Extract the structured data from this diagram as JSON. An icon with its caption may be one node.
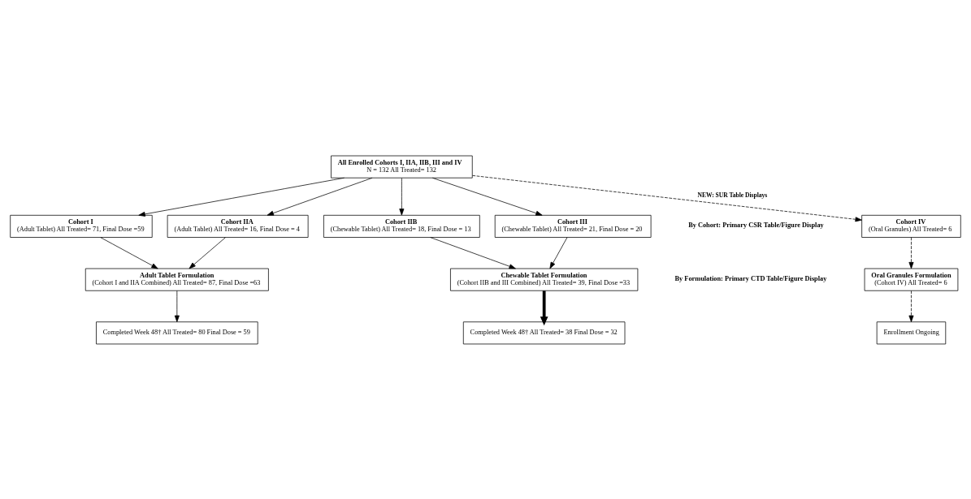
{
  "diagram": {
    "nodes": [
      {
        "text": [
          "All Enrolled Cohorts I, IIA, IIB, III and IV",
          "N = 132 All Treated= 132"
        ]
      },
      {
        "text": [
          "Cohort I",
          "(Adult Tablet) All Treated= 71, Final Dose =59"
        ]
      },
      {
        "text": [
          "Cohort IIA",
          "(Adult Tablet) All Treated= 16, Final Dose = 4"
        ]
      },
      {
        "text": [
          "Cohort IIB",
          "(Chewable Tablet) All Treated= 18, Final Dose = 13"
        ]
      },
      {
        "text": [
          "Cohort III",
          "(Chewable Tablet) All Treated= 21, Final Dose = 20"
        ]
      },
      {
        "text": [
          "Cohort IV",
          "(Oral Granules) All Treated= 6"
        ]
      },
      {
        "text": [
          "Adult Tablet Formulation",
          "(Cohort I and IIA Combined) All Treated= 87, Final Dose =63"
        ]
      },
      {
        "text": [
          "Chewable Tablet Formulation",
          "(Cohort IIB and III Combined) All Treated= 39, Final Dose =33"
        ]
      },
      {
        "text": [
          "Oral Granules Formulation",
          "(Cohort IV) All Treated= 6"
        ]
      },
      {
        "text": [
          "Completed Week 48† All Treated= 80 Final Dose = 59"
        ]
      },
      {
        "text": [
          "Completed Week 48† All Treated= 38 Final Dose = 32"
        ]
      },
      {
        "text": [
          "Enrollment Ongoing"
        ]
      }
    ],
    "edges": [
      {
        "from": 0,
        "to": 1,
        "arrow": "to"
      },
      {
        "from": 0,
        "to": 2,
        "arrow": "to"
      },
      {
        "from": 0,
        "to": 3,
        "arrow": "to"
      },
      {
        "from": 0,
        "to": 4,
        "arrow": "to"
      },
      {
        "from": 0,
        "to": 5,
        "arrow": "to",
        "style": "dashed",
        "label": "NEW: SUR Table Displays"
      },
      {
        "from": 1,
        "to": 6,
        "arrow": "to"
      },
      {
        "from": 2,
        "to": 6,
        "arrow": "to"
      },
      {
        "from": 3,
        "to": 7,
        "arrow": "to"
      },
      {
        "from": 4,
        "to": 7,
        "arrow": "to"
      },
      {
        "from": 5,
        "to": 8,
        "arrow": "to",
        "style": "dashed"
      },
      {
        "from": 6,
        "to": 9,
        "arrow": "to"
      },
      {
        "from": 7,
        "to": 10,
        "arrow": "to",
        "style": "thick"
      },
      {
        "from": 8,
        "to": 11,
        "arrow": "to",
        "style": "dashed"
      }
    ],
    "labels": [
      "By Cohort: Primary CSR Table/Figure Display",
      "By Formulation: Primary CTD Table/Figure Display"
    ]
  }
}
